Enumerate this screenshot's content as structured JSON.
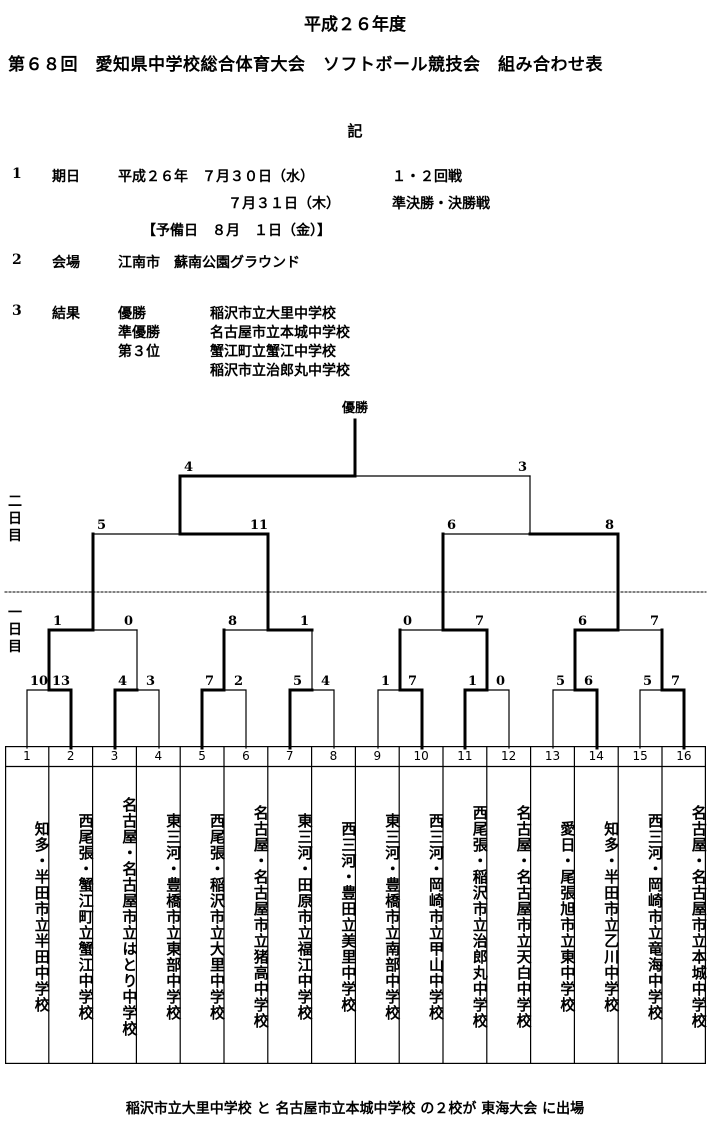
{
  "title_year": "平成２６年度",
  "title_main": "第６８回　愛知県中学校総合体育大会　ソフトボール競技会　組み合わせ表",
  "ki": "記",
  "info": {
    "item1_no": "1",
    "item1_label": "期日",
    "item1_line1_date": "平成２６年　７月３０日（水）",
    "item1_line1_event": "１・２回戦",
    "item1_line2_date": "７月３１日（木）",
    "item1_line2_event": "準決勝・決勝戦",
    "item1_line3": "【予備日　８月　１日（金）】",
    "item2_no": "2",
    "item2_label": "会場",
    "item2_value": "江南市　蘇南公園グラウンド",
    "item3_no": "3",
    "item3_label": "結果",
    "results": [
      {
        "label": "優勝",
        "school": "稲沢市立大里中学校"
      },
      {
        "label": "準優勝",
        "school": "名古屋市立本城中学校"
      },
      {
        "label": "第３位",
        "school": "蟹江町立蟹江中学校"
      },
      {
        "label": "",
        "school": "稲沢市立治郎丸中学校"
      }
    ]
  },
  "bracket": {
    "champion_label": "優勝",
    "day2_label": "二日目",
    "day1_label": "一日目",
    "semifinal_scores": [
      "4",
      "3"
    ],
    "quarter_scores": [
      "5",
      "11",
      "6",
      "8"
    ],
    "round2_scores": [
      "1",
      "0",
      "8",
      "1",
      "0",
      "7",
      "6",
      "7"
    ],
    "round1_scores": [
      "10",
      "13",
      "4",
      "3",
      "7",
      "2",
      "5",
      "4",
      "1",
      "7",
      "1",
      "0",
      "5",
      "6",
      "5",
      "7"
    ]
  },
  "schools": [
    {
      "no": "1",
      "name": "知多・半田市立半田中学校"
    },
    {
      "no": "2",
      "name": "西尾張・蟹江町立蟹江中学校"
    },
    {
      "no": "3",
      "name": "名古屋・名古屋市立はとり中学校"
    },
    {
      "no": "4",
      "name": "東三河・豊橋市立東部中学校"
    },
    {
      "no": "5",
      "name": "西尾張・稲沢市立大里中学校"
    },
    {
      "no": "6",
      "name": "名古屋・名古屋市立猪高中学校"
    },
    {
      "no": "7",
      "name": "東三河・田原市立福江中学校"
    },
    {
      "no": "8",
      "name": "西三河・豊田立美里中学校"
    },
    {
      "no": "9",
      "name": "東三河・豊橋市立南部中学校"
    },
    {
      "no": "10",
      "name": "西三河・岡崎市立甲山中学校"
    },
    {
      "no": "11",
      "name": "西尾張・稲沢市立治郎丸中学校"
    },
    {
      "no": "12",
      "name": "名古屋・名古屋市立天白中学校"
    },
    {
      "no": "13",
      "name": "愛日・尾張旭市立東中学校"
    },
    {
      "no": "14",
      "name": "知多・半田市立乙川中学校"
    },
    {
      "no": "15",
      "name": "西三河・岡崎市立竜海中学校"
    },
    {
      "no": "16",
      "name": "名古屋・名古屋市立本城中学校"
    }
  ],
  "footer": "稲沢市立大里中学校 と 名古屋市立本城中学校 の２校が 東海大会 に出場"
}
